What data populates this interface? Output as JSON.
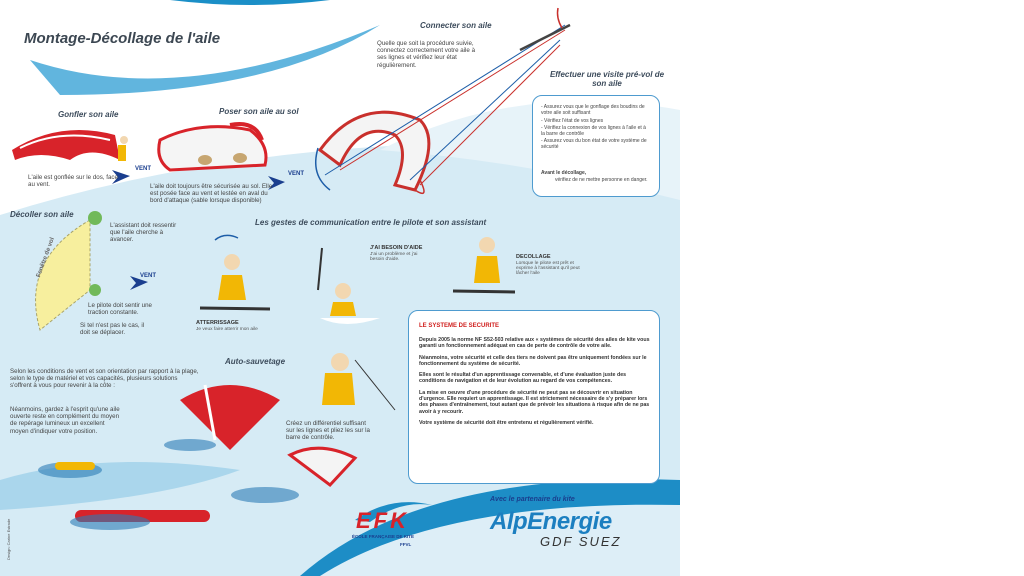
{
  "title": "Montage-Décollage de l'aile",
  "sections": {
    "connect": {
      "title": "Connecter son aile",
      "text": "Quelle que soit la procédure suivie, connectez correctement votre aile à ses lignes et vérifiez leur état régulièrement."
    },
    "inflate": {
      "title": "Gonfler son aile",
      "text": "L'aile est gonflée sur le dos, face au vent."
    },
    "ground": {
      "title": "Poser son aile au sol",
      "text": "L'aile doit toujours être sécurisée au sol. Elle est posée face au vent et lestée en aval du bord d'attaque (sable lorsque disponible)"
    },
    "takeoff": {
      "title": "Décoller son aile",
      "assistant_text": "L'assistant doit ressentir que l'aile cherche à avancer.",
      "window_label": "Fenêtre de vol",
      "pilot_text": "Le pilote doit sentir une traction constante.",
      "pilot_text2": "Si tel n'est pas le cas, il doit se déplacer."
    },
    "preflight": {
      "title": "Effectuer une visite pré-vol de son aile",
      "items": [
        "- Assurez vous que le gonflage des boudins de votre aile soit suffisant",
        "- Vérifiez l'état de vos lignes",
        "- Vérifiez la connexion de vos lignes à l'aile et à la barre de contrôle",
        "- Assurez vous du bon état de votre système de sécurité"
      ],
      "before_label": "Avant le décollage,",
      "before_text": "vérifiez de ne mettre personne en danger."
    },
    "gestures": {
      "title": "Les gestes de communication entre le pilote et son assistant",
      "landing_label": "ATTERRISSAGE",
      "landing_text": "Je veux faire atterrir mon aile",
      "help_label": "J'AI BESOIN D'AIDE",
      "help_text": "J'ai un problème et j'ai besoin d'aide.",
      "takeoff_label": "DECOLLAGE",
      "takeoff_text": "Lorsque le pilote est prêt et exprime à l'assistant qu'il peut lâcher l'aile"
    },
    "self_rescue": {
      "title": "Auto-sauvetage",
      "intro": "Selon les conditions de vent et son orientation par rapport à la plage, selon le type de matériel et vos capacités, plusieurs solutions s'offrent à vous pour revenir à la côte :",
      "advice": "Néanmoins, gardez à l'esprit qu'une aile ouverte reste en complément du moyen de repérage lumineux un excellent moyen d'indiquer votre position.",
      "differential": "Créez un différentiel suffisant sur les lignes et pliez les sur la barre de contrôle."
    },
    "security": {
      "title": "LE SYSTEME DE SECURITE",
      "paragraphs": [
        "Depuis 2005 la norme NF S52-503 relative aux « systèmes de sécurité des ailes de kite vous garanti un fonctionnement adéquat en cas de perte de contrôle de votre aile.",
        "Néanmoins, votre sécurité et celle des tiers ne doivent pas être uniquement fondées sur le fonctionnement du système de sécurité.",
        "Elles sont le résultat d'un apprentissage convenable, et d'une évaluation juste des conditions de navigation et de leur évolution au regard de vos compétences.",
        "La mise en oeuvre d'une procédure de sécurité ne peut pas se découvrir en situation d'urgence. Elle requiert un apprentissage. Il est strictement nécessaire de s'y préparer lors des phases d'entraînement, tout autant que de prévoir les situations à risque afin de ne pas avoir à y recourir.",
        "Votre système de sécurité doit être entretenu et régulièrement vérifié."
      ]
    }
  },
  "vent_label": "VENT",
  "partner_label": "Avec le partenaire du kite",
  "sponsor": {
    "name": "AlpEnergie",
    "group": "GDF SUEZ"
  },
  "school": {
    "logo": "EFK",
    "name": "ÉCOLE FRANÇAISE DE KITE",
    "federation": "FFVL"
  },
  "credit": "Design: Carine Estrade",
  "colors": {
    "accent_blue": "#1c7fc0",
    "kite_red": "#d8232a",
    "water": "#cfe8f4",
    "vest_yellow": "#f2b705"
  }
}
